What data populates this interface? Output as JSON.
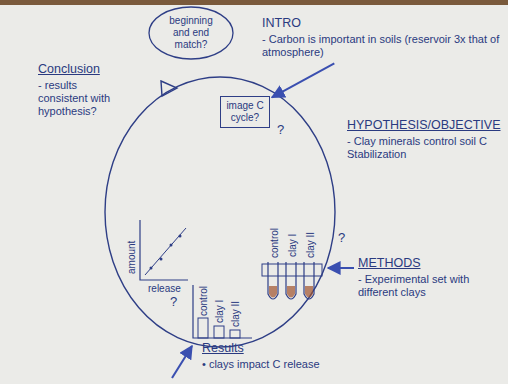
{
  "diagram": {
    "nodes": [
      {
        "text": [
          "beginning and end match?"
        ]
      },
      {
        "text": [
          "INTRO",
          "- Carbon is important in soils (reservoir 3x that of atmosphere)"
        ]
      },
      {
        "text": [
          "image C cycle?"
        ]
      },
      {
        "text": [
          "HYPOTHESIS/OBJECTIVE",
          "- Clay minerals control soil C Stabilization"
        ]
      },
      {
        "text": [
          "METHODS",
          "- Experimental set with different clays"
        ]
      },
      {
        "text": [
          "Results",
          "• clays impact C release"
        ]
      },
      {
        "text": [
          "Conclusion",
          "- results consistent with hypothesis?"
        ]
      }
    ],
    "edges": [
      {
        "from": 1,
        "to": 2,
        "arrow": "to"
      }
    ],
    "labels": [
      "?",
      "control",
      "clay I",
      "clay II",
      "?",
      "control",
      "clay I",
      "clay II",
      "?",
      "amount",
      "release"
    ]
  }
}
